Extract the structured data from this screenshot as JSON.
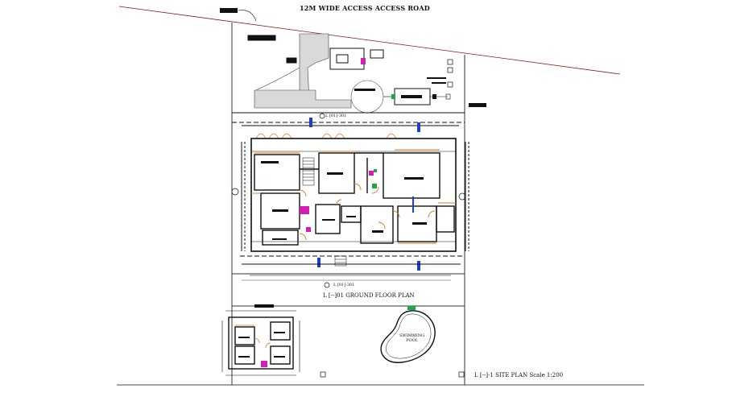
{
  "labels": {
    "road_title": "12M WIDE ACCESS ACCESS ROAD",
    "ground_floor_plan": "L [--]01 GROUND FLOOR PLAN",
    "site_plan": "L [--]-1 SITE PLAN Scale 1:200",
    "swimming_pool_line1": "SWIMMING",
    "swimming_pool_line2": "POOL",
    "section_ref_top": "L [01]-301",
    "section_ref_bottom": "L [01]-301"
  },
  "colors": {
    "line": "#111111",
    "boundary": "#8b1a1a",
    "paving": "#d9d9d9",
    "door_swing": "#e2731f",
    "column_blue": "#1f3fbf",
    "fixture_magenta": "#d41fb0",
    "pool_green": "#1fa84a"
  }
}
